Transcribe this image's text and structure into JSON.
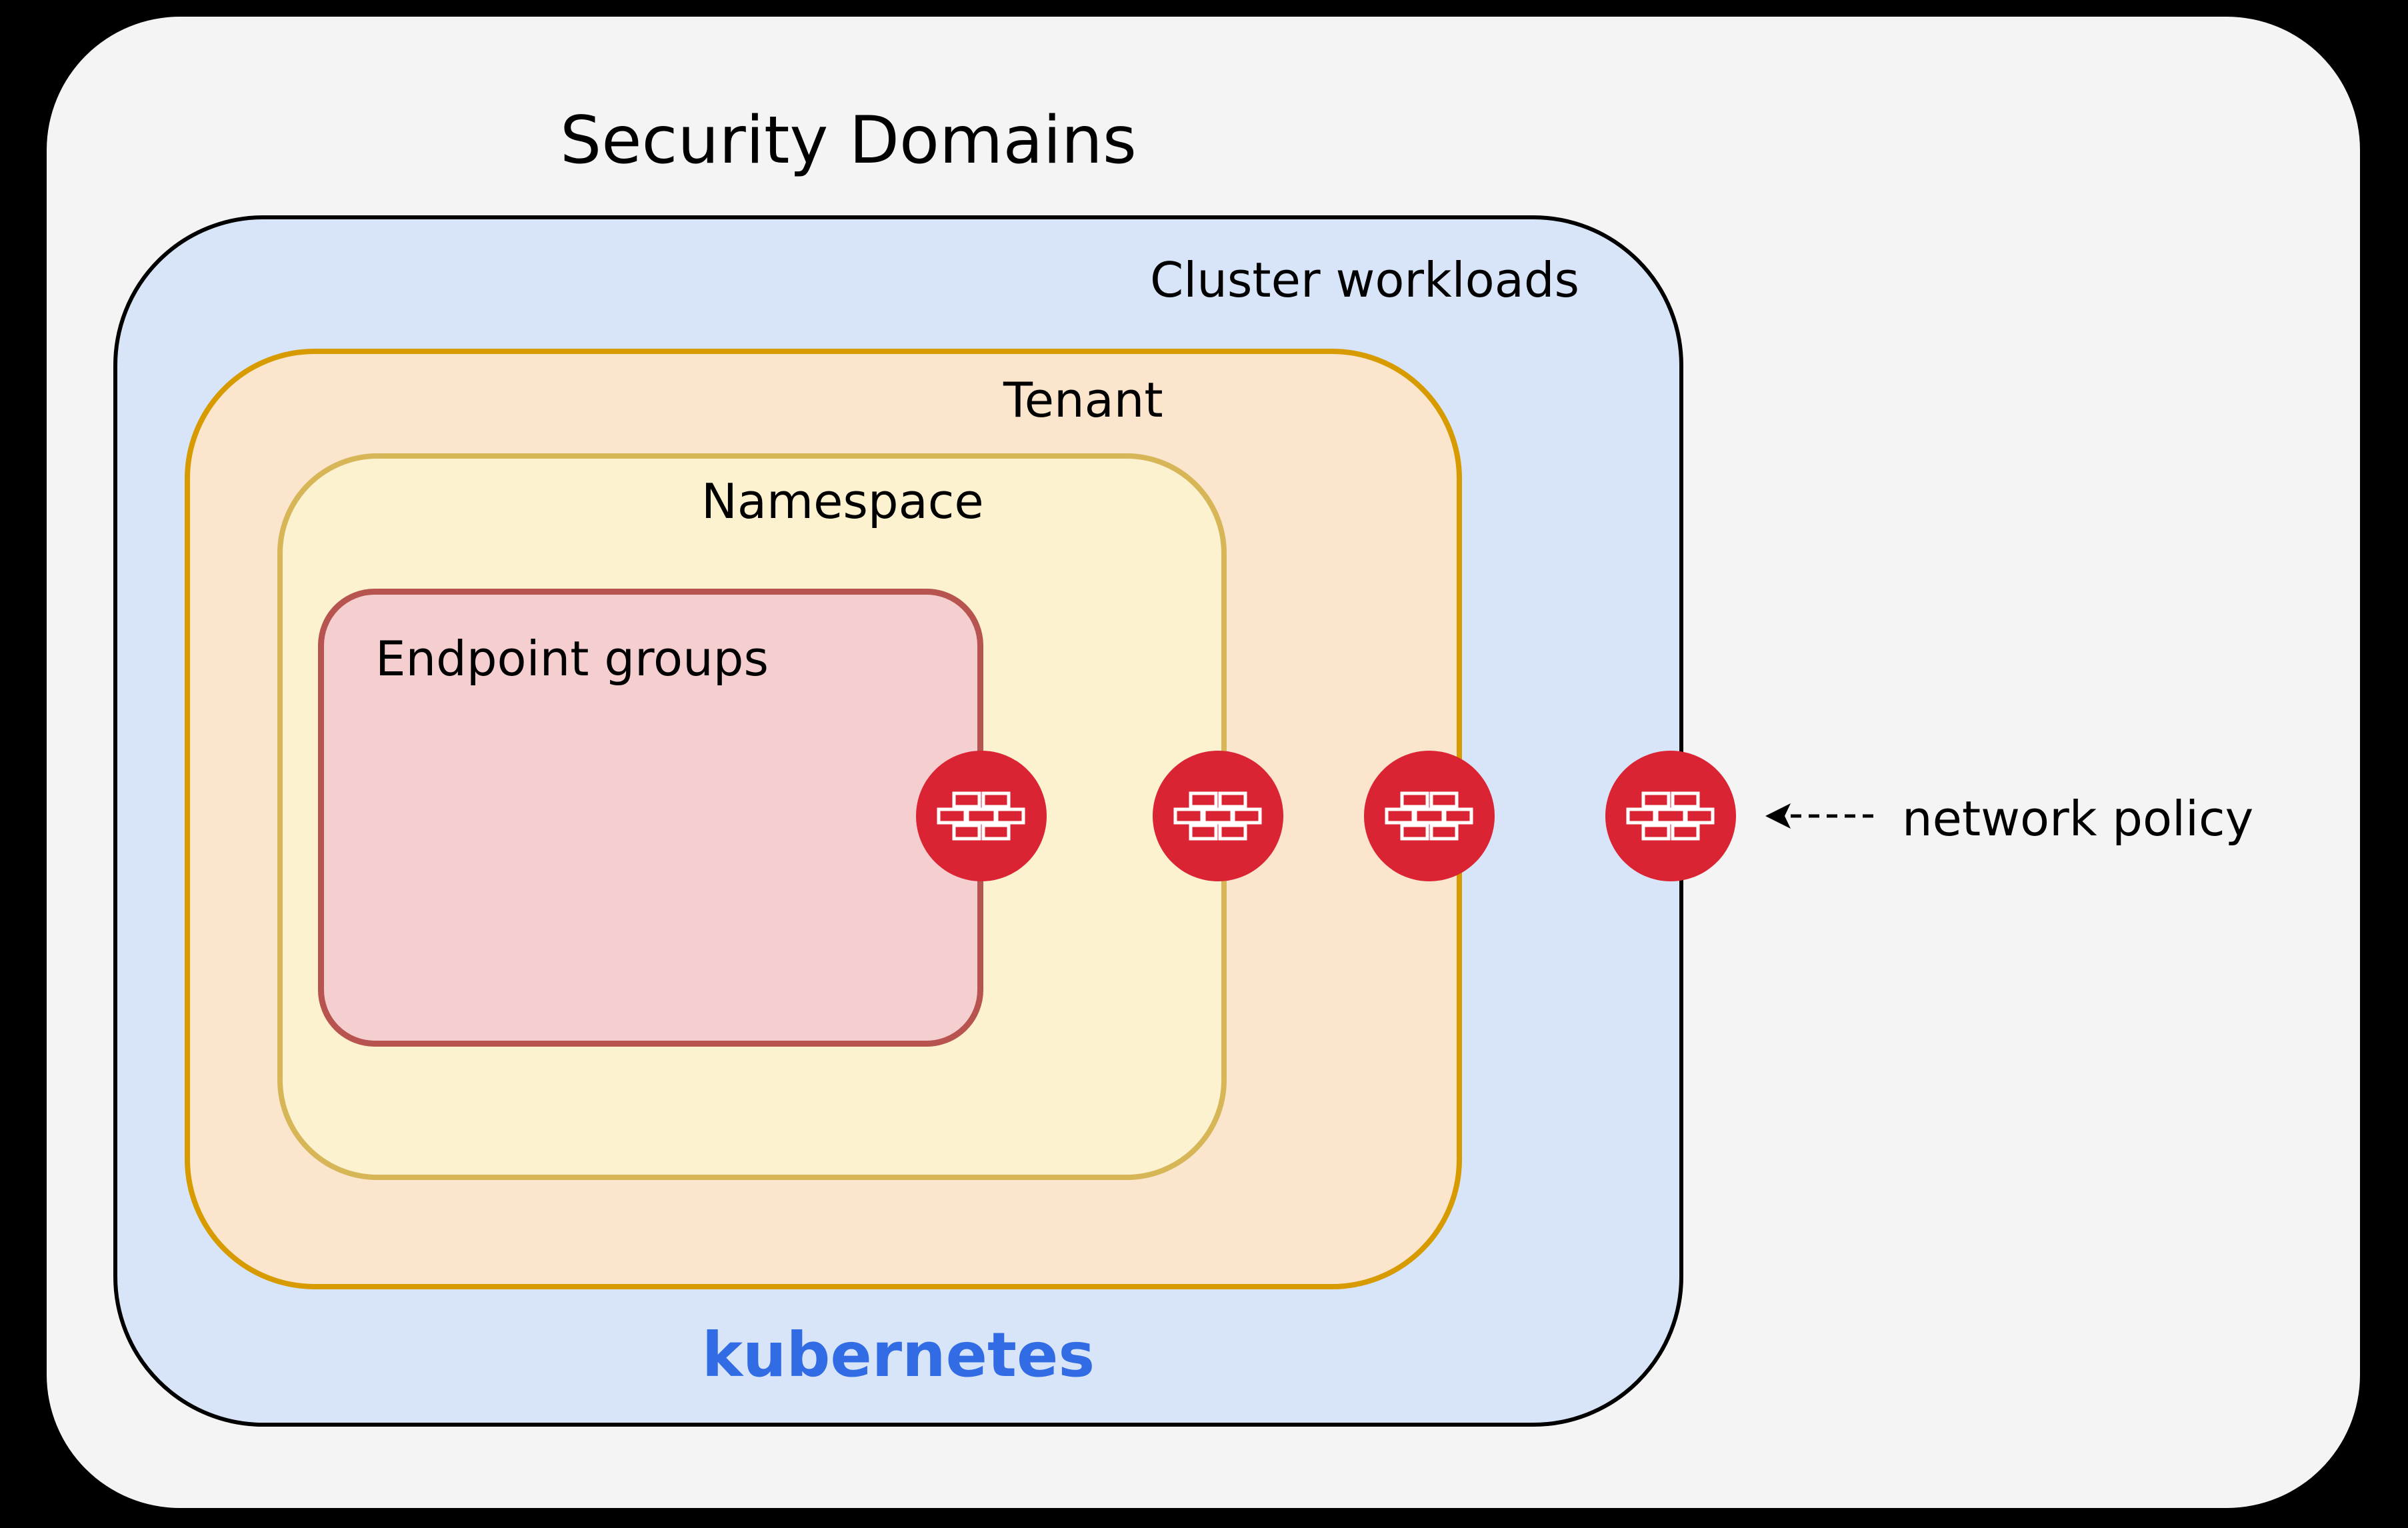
{
  "page": {
    "background": "#000000"
  },
  "panel": {
    "background": "#F4F4F4",
    "title": "Security Domains"
  },
  "domains": [
    {
      "id": "cluster-workloads",
      "label": "Cluster workloads",
      "fill": "#D8E5F8",
      "border_color": "#000000",
      "footer_label": "kubernetes",
      "footer_color": "#326CE5"
    },
    {
      "id": "tenant",
      "label": "Tenant",
      "fill": "#FBE5CC",
      "border_color": "#D79B00"
    },
    {
      "id": "namespace",
      "label": "Namespace",
      "fill": "#FCF2CF",
      "border_color": "#D6B656"
    },
    {
      "id": "endpoint-groups",
      "label": "Endpoint groups",
      "fill": "#F5CED0",
      "border_color": "#B85450"
    }
  ],
  "network_policy": {
    "label": "network policy",
    "enforcement_points": 4,
    "icon": "firewall-bricks-icon",
    "icon_color": "#DA2433",
    "arrow_style": "dashed-arrow-left"
  }
}
